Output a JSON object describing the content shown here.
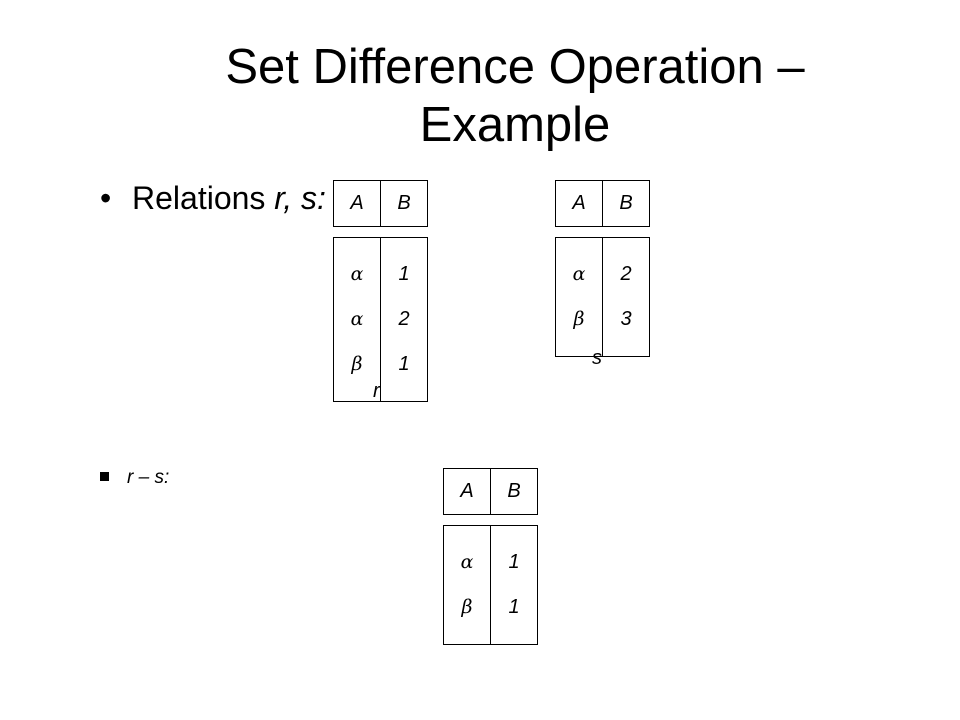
{
  "slide": {
    "title": "Set Difference Operation – Example",
    "bullet1": {
      "glyph": "•",
      "text": "Relations",
      "vars": "r, s:"
    },
    "bullet2": "r  – s:"
  },
  "relations": {
    "r": {
      "name": "r",
      "headers": [
        "A",
        "B"
      ],
      "col_a": [
        "α",
        "α",
        "β"
      ],
      "col_b": [
        "1",
        "2",
        "1"
      ]
    },
    "s": {
      "name": "s",
      "headers": [
        "A",
        "B"
      ],
      "col_a": [
        "α",
        "β"
      ],
      "col_b": [
        "2",
        "3"
      ]
    },
    "result": {
      "headers": [
        "A",
        "B"
      ],
      "col_a": [
        "α",
        "β"
      ],
      "col_b": [
        "1",
        "1"
      ]
    }
  }
}
